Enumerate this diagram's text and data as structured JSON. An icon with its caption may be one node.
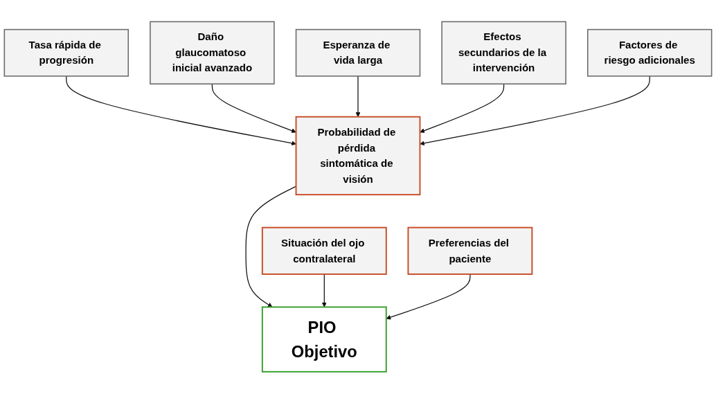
{
  "diagram": {
    "nodes": [
      {
        "text": [
          "Tasa rápida de progresión"
        ]
      },
      {
        "text": [
          "Daño glaucomatoso inicial avanzado"
        ]
      },
      {
        "text": [
          "Esperanza de vida larga"
        ]
      },
      {
        "text": [
          "Probabilidad de pérdida sintomática de visión"
        ]
      },
      {
        "text": [
          "Efectos secundarios de la intervención"
        ]
      },
      {
        "text": [
          "Factores de riesgo adicionales"
        ]
      },
      {
        "text": [
          "Situación del ojo contralateral"
        ]
      },
      {
        "text": [
          "PIO Objetivo"
        ]
      },
      {
        "text": [
          "Preferencias del paciente"
        ]
      }
    ],
    "edges": [
      {
        "from": 0,
        "to": 3,
        "arrow": "to"
      },
      {
        "from": 1,
        "to": 3,
        "arrow": "to"
      },
      {
        "from": 2,
        "to": 3,
        "arrow": "to"
      },
      {
        "from": 4,
        "to": 3,
        "arrow": "to"
      },
      {
        "from": 5,
        "to": 3,
        "arrow": "to"
      },
      {
        "from": 3,
        "to": 7,
        "arrow": "to"
      },
      {
        "from": 6,
        "to": 7,
        "arrow": "to"
      },
      {
        "from": 8,
        "to": 7,
        "arrow": "to"
      }
    ]
  }
}
